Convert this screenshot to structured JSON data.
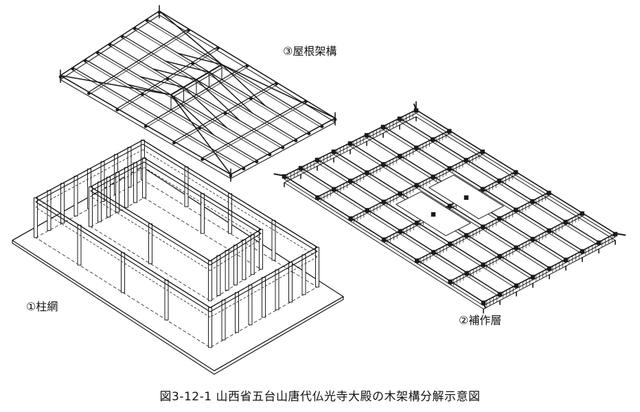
{
  "labels": {
    "roof_frame": "③屋根架構",
    "bracket_layer": "②補作層",
    "column_grid": "①柱網"
  },
  "caption": "図3-12-1 山西省五台山唐代仏光寺大殿の木架構分解示意図",
  "colors": {
    "ink": "#1a1a1a",
    "paper": "#ffffff",
    "shade": "#cfcfcf"
  }
}
